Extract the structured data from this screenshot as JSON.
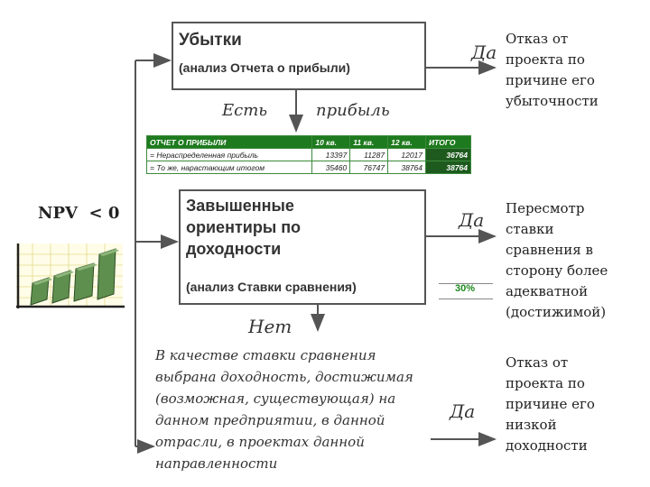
{
  "npv_label": "NPV  < 0",
  "box_losses": {
    "title": "Убытки",
    "subtitle": "(анализ Отчета о прибыли)"
  },
  "branch_labels": {
    "est": "Есть",
    "pribyl": "прибыль",
    "net": "Нет"
  },
  "report_table": {
    "header": [
      "ОТЧЕТ О ПРИБЫЛИ",
      "10 кв.",
      "11 кв.",
      "12 кв.",
      "ИТОГО"
    ],
    "rows": [
      [
        "= Нераспределенная прибыль",
        "13397",
        "11287",
        "12017",
        "36764"
      ],
      [
        "= То же, нарастающим итогом",
        "35460",
        "76747",
        "38764",
        "38764"
      ]
    ]
  },
  "box_targets": {
    "title_lines": [
      "Завышенные",
      "ориентиры по",
      "доходности"
    ],
    "subtitle": "(анализ Ставки сравнения)"
  },
  "rate_value": "30%",
  "yes_label": "Да",
  "outcomes": {
    "top": [
      "Отказ от",
      "проекта по",
      "причине его",
      "убыточности"
    ],
    "middle": [
      "Пересмотр",
      "ставки",
      "сравнения в",
      "сторону более",
      "адекватной",
      "(достижимой)"
    ],
    "bottom": [
      "Отказ от",
      "проекта по",
      "причине его",
      "низкой",
      "доходности"
    ]
  },
  "comparison_note": [
    "В качестве ставки сравнения",
    "выбрана доходность, достижимая",
    "(возможная, существующая) на",
    "данном предприятии, в данной",
    "отрасли, в проектах данной",
    "направленности"
  ],
  "colors": {
    "table_green": "#1e7a1e",
    "line": "#555555"
  },
  "icons": [
    "money-chart-icon"
  ]
}
